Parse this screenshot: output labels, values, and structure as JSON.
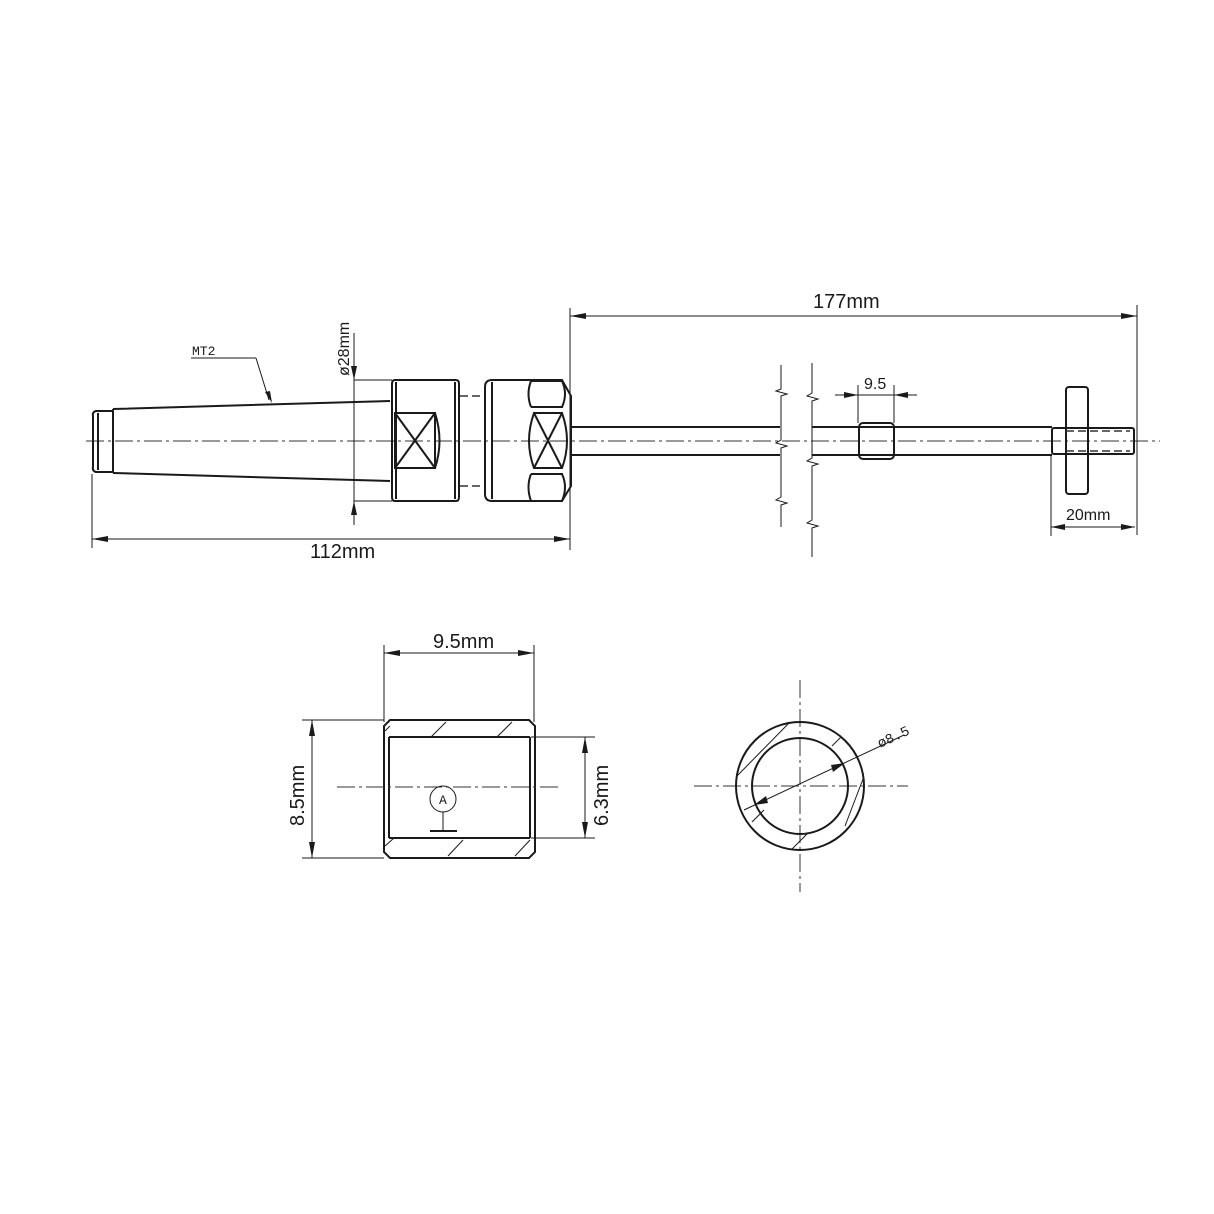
{
  "drawing": {
    "main_view": {
      "taper_label": "MT2",
      "nut_diameter_label": "ø28mm",
      "overall_left_label": "112mm",
      "overall_right_label": "177mm",
      "sleeve_width_label": "9.5",
      "thumbwheel_length_label": "20mm"
    },
    "section_view": {
      "width_label": "9.5mm",
      "outer_height_label": "8.5mm",
      "inner_height_label": "6.3mm",
      "datum_label": "A"
    },
    "end_view": {
      "diameter_label": "ø8.5"
    }
  }
}
